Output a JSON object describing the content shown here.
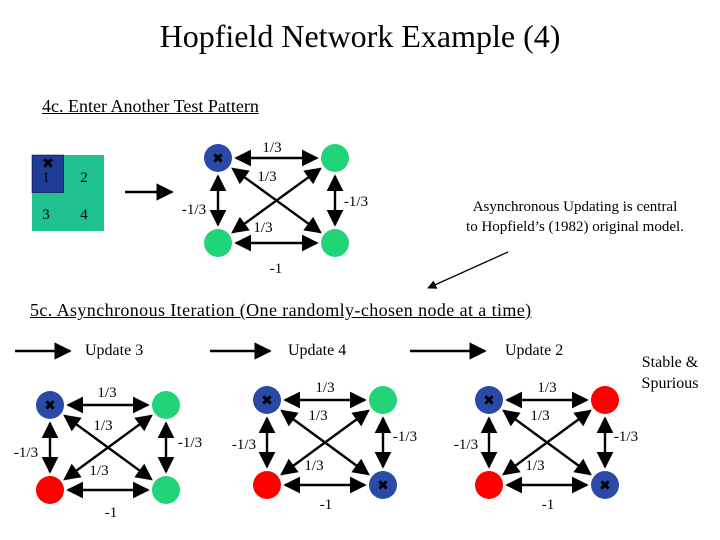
{
  "title": "Hopfield Network Example (4)",
  "section_4c": {
    "heading": "4c. Enter Another Test Pattern"
  },
  "section_5c": {
    "heading": "5c. Asynchronous Iteration (One randomly-chosen node at a time)"
  },
  "async_note": {
    "line1": "Asynchronous Updating is central",
    "line2": "to Hopfield’s (1982) original model."
  },
  "stable_note": {
    "line1": "Stable &",
    "line2": "Spurious"
  },
  "input_grid": {
    "cells": [
      {
        "label": "1",
        "color": "#1e3c96",
        "marked": true
      },
      {
        "label": "2",
        "color": "#1fc18f",
        "marked": false
      },
      {
        "label": "3",
        "color": "#1fc18f",
        "marked": false
      },
      {
        "label": "4",
        "color": "#1fc18f",
        "marked": false
      }
    ]
  },
  "colors": {
    "blue_node": "#2a4aa8",
    "green_node": "#22d478",
    "red_node": "#ff0000",
    "edge": "#000000"
  },
  "mark_glyph": "✖",
  "networks": [
    {
      "id": "test-pattern",
      "update_label": "",
      "node_states": [
        "blue",
        "green",
        "green",
        "green"
      ],
      "marked_nodes": [
        1
      ],
      "weights": {
        "top": "1/3",
        "diag_a": "1/3",
        "diag_b": "1/3",
        "left": "-1/3",
        "right": "-1/3",
        "bottom": "-1"
      }
    },
    {
      "id": "after-update-3",
      "update_label": "Update 3",
      "node_states": [
        "blue",
        "green",
        "red",
        "green"
      ],
      "marked_nodes": [
        1
      ],
      "weights": {
        "top": "1/3",
        "diag_a": "1/3",
        "diag_b": "1/3",
        "left": "-1/3",
        "right": "-1/3",
        "bottom": "-1"
      }
    },
    {
      "id": "after-update-4",
      "update_label": "Update 4",
      "node_states": [
        "blue",
        "green",
        "red",
        "blue"
      ],
      "marked_nodes": [
        1,
        4
      ],
      "weights": {
        "top": "1/3",
        "diag_a": "1/3",
        "diag_b": "1/3",
        "left": "-1/3",
        "right": "-1/3",
        "bottom": "-1"
      }
    },
    {
      "id": "after-update-2",
      "update_label": "Update 2",
      "node_states": [
        "blue",
        "red",
        "red",
        "blue"
      ],
      "marked_nodes": [
        1,
        4
      ],
      "weights": {
        "top": "1/3",
        "diag_a": "1/3",
        "diag_b": "1/3",
        "left": "-1/3",
        "right": "-1/3",
        "bottom": "-1"
      }
    }
  ]
}
